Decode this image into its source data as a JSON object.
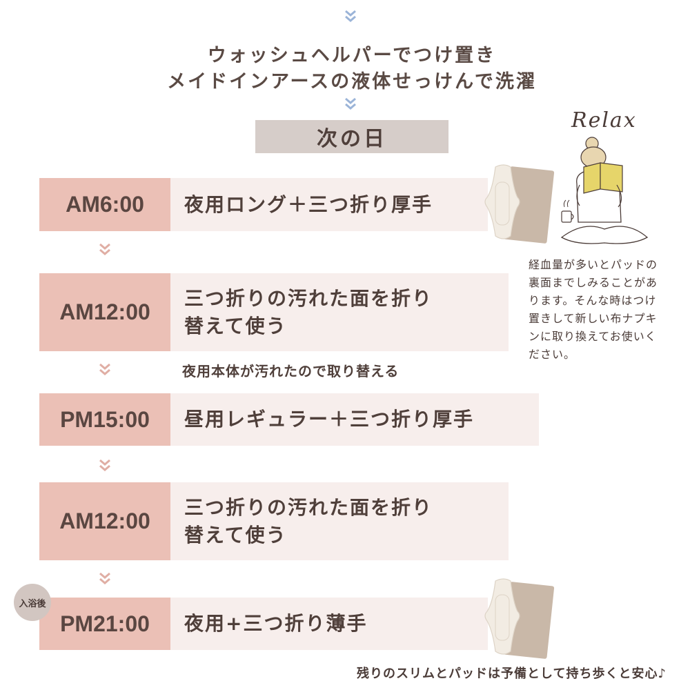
{
  "intro": {
    "line1": "ウォッシュヘルパーでつけ置き",
    "line2": "メイドインアースの液体せっけんで洗濯"
  },
  "next_day_label": "次の日",
  "illustration": {
    "relax_text": "Relax"
  },
  "schedule": [
    {
      "time": "AM6:00",
      "lines": [
        "夜用ロング＋三つ折り厚手"
      ]
    },
    {
      "time": "AM12:00",
      "lines": [
        "三つ折りの汚れた面を折り",
        "替えて使う"
      ]
    },
    {
      "time": "PM15:00",
      "lines": [
        "昼用レギュラー＋三つ折り厚手"
      ]
    },
    {
      "time": "AM12:00",
      "lines": [
        "三つ折りの汚れた面を折り",
        "替えて使う"
      ]
    },
    {
      "time": "PM21:00",
      "lines": [
        "夜用+三つ折り薄手"
      ],
      "badge": "入浴後"
    }
  ],
  "note_after_second": "夜用本体が汚れたので取り替える",
  "side_note": [
    "経血量が多いとパッドの",
    "裏面までしみることがあ",
    "ります。そんな時はつけ",
    "置きして新しい布ナプキ",
    "ンに取り換えてお使いく",
    "ださい。"
  ],
  "footer_note": "残りのスリムとパッドは予備として持ち歩くと安心♪",
  "colors": {
    "time_bg": "#ebc0b6",
    "desc_bg": "#f7eeec",
    "heading_bg": "#d6cdc9",
    "top_chevron": "#9bb4d8",
    "row_chevron": "#e0aea4"
  }
}
